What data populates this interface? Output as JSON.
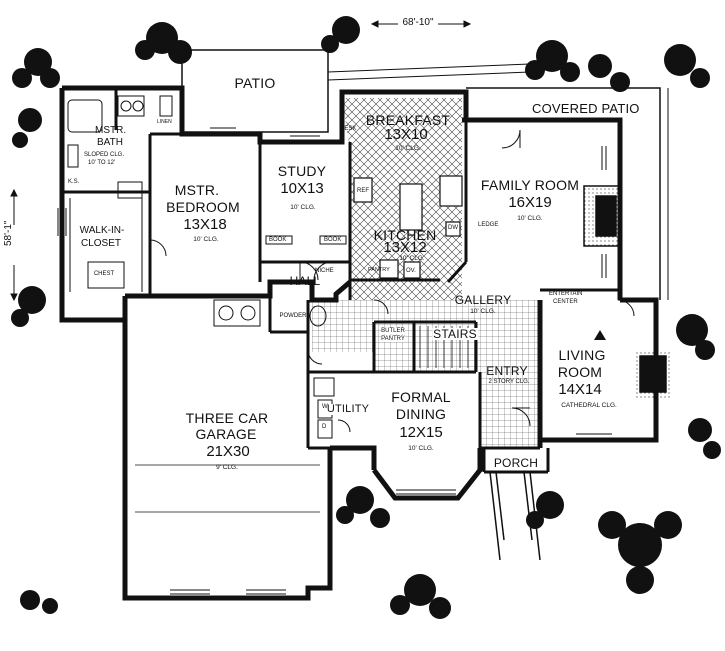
{
  "dimensions": {
    "width": "68'-10\"",
    "depth": "58'-1\""
  },
  "rooms": {
    "patio": {
      "name": "PATIO"
    },
    "covered_patio": {
      "name": "COVERED PATIO"
    },
    "breakfast": {
      "name": "BREAKFAST",
      "size": "13X10",
      "ceiling": "10' CLG."
    },
    "mstr_bath": {
      "line1": "MSTR.",
      "line2": "BATH",
      "ceiling1": "SLOPED CLG.",
      "ceiling2": "10' TO 12'"
    },
    "mstr_bedroom": {
      "line1": "MSTR.",
      "line2": "BEDROOM",
      "size": "13X18",
      "ceiling": "10' CLG."
    },
    "study": {
      "name": "STUDY",
      "size": "10X13",
      "ceiling": "10' CLG."
    },
    "family_room": {
      "name": "FAMILY ROOM",
      "size": "16X19",
      "ceiling": "10' CLG."
    },
    "kitchen": {
      "name": "KITCHEN",
      "size": "13X12",
      "ceiling": "10' CLG."
    },
    "walk_in_closet": {
      "line1": "WALK-IN-",
      "line2": "CLOSET",
      "extra": "CHEST"
    },
    "hall": {
      "name": "HALL"
    },
    "gallery": {
      "name": "GALLERY",
      "ceiling": "10' CLG."
    },
    "stairs": {
      "name": "STAIRS"
    },
    "butler_pantry": {
      "line1": "BUTLER",
      "line2": "PANTRY"
    },
    "entry": {
      "name": "ENTRY",
      "ceiling": "2 STORY CLG."
    },
    "living_room": {
      "line1": "LIVING",
      "line2": "ROOM",
      "size": "14X14",
      "ceiling": "CATHEDRAL CLG."
    },
    "garage": {
      "line1": "THREE CAR",
      "line2": "GARAGE",
      "size": "21X30",
      "ceiling": "9' CLG."
    },
    "utility": {
      "name": "UTILITY"
    },
    "formal_dining": {
      "line1": "FORMAL",
      "line2": "DINING",
      "size": "12X15",
      "ceiling": "10' CLG."
    },
    "porch": {
      "name": "PORCH"
    },
    "powder": {
      "name": "POWDER"
    }
  },
  "fixtures": {
    "desk": "DESK",
    "linen": "LINEN",
    "ks": "K.S.",
    "book1": "BOOK",
    "book2": "BOOK",
    "niche": "NICHE",
    "ref": "REF",
    "dw": "DW",
    "ledge": "LEDGE",
    "pantry": "PANTRY",
    "ov": "OV.",
    "entertain": "ENTERTAIN",
    "center": "CENTER",
    "washer": "W",
    "dryer": "D"
  }
}
